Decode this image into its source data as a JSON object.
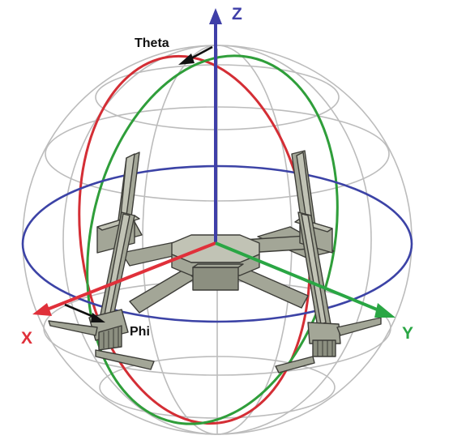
{
  "labels": {
    "z_axis": "Z",
    "x_axis": "X",
    "y_axis": "Y",
    "theta": "Theta",
    "phi": "Phi"
  },
  "colors": {
    "z_axis": "#3f3fa8",
    "x_axis": "#e0303a",
    "y_axis": "#2aa644",
    "theta_meridian": "#d42e35",
    "phi_meridian": "#2f9e3a",
    "equator": "#3c43a6",
    "wireframe": "#bcbcbc",
    "callout_arrow": "#111111"
  },
  "icons": {
    "model": "quadcopter-robot-icon"
  }
}
